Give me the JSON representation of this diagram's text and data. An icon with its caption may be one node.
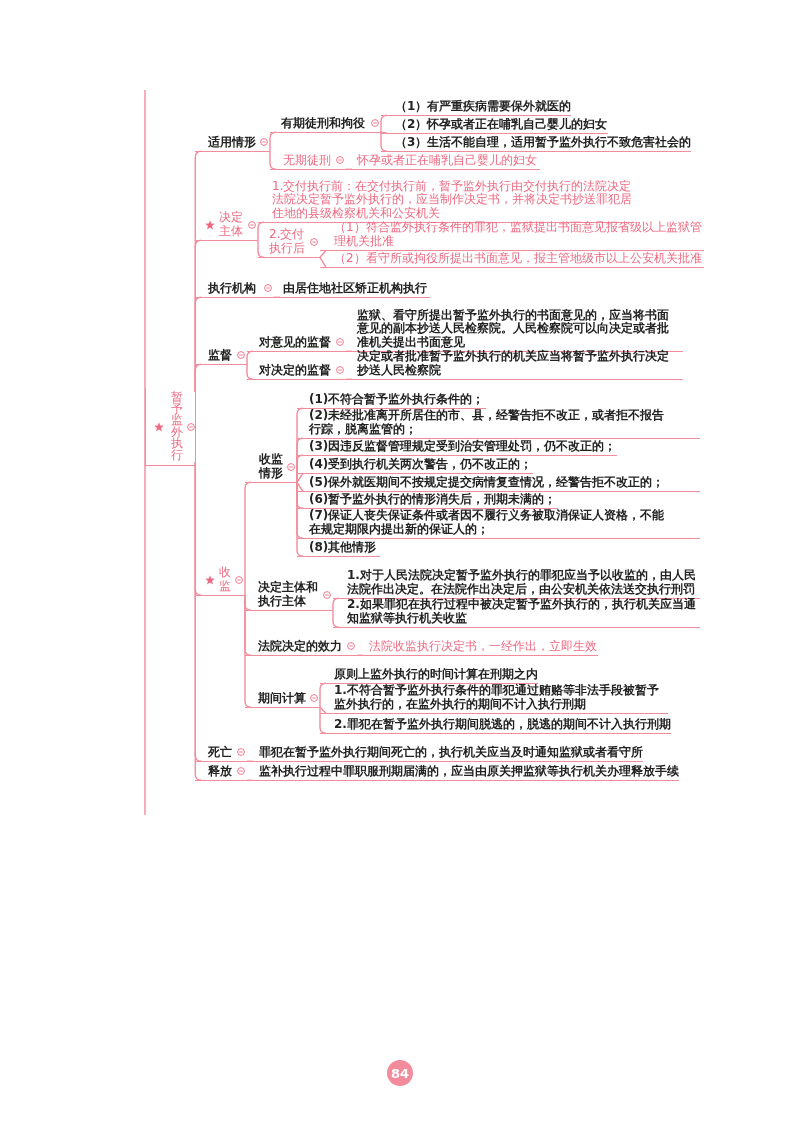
{
  "diagram": {
    "nodes": [
      {
        "text": [
          "暂予监外执行"
        ]
      },
      {
        "text": [
          "适用情形"
        ]
      },
      {
        "text": [
          "有期徒刑和拘役"
        ]
      },
      {
        "text": [
          "（1）有严重疾病需要保外就医的"
        ]
      },
      {
        "text": [
          "（2）怀孕或者正在哺乳自己婴儿的妇女"
        ]
      },
      {
        "text": [
          "（3）生活不能自理，适用暂予监外执行不致危害社会的"
        ]
      },
      {
        "text": [
          "无期徒刑"
        ]
      },
      {
        "text": [
          "怀孕或者正在哺乳自己婴儿的妇女"
        ]
      },
      {
        "text": [
          "决定主体"
        ]
      },
      {
        "text": [
          "1.交付执行前：在交付执行前，暂予监外执行由交付执行的法院决定法院决定暂予监外执行的，应当制作决定书，并将决定书抄送罪犯居住地的县级检察机关和公安机关"
        ]
      },
      {
        "text": [
          "2.交付执行后"
        ]
      },
      {
        "text": [
          "（1）符合监外执行条件的罪犯，监狱提出书面意见报省级以上监狱管理机关批准"
        ]
      },
      {
        "text": [
          "（2）看守所或拘役所提出书面意见，报主管地级市以上公安机关批准"
        ]
      },
      {
        "text": [
          "执行机构"
        ]
      },
      {
        "text": [
          "由居住地社区矫正机构执行"
        ]
      },
      {
        "text": [
          "监督"
        ]
      },
      {
        "text": [
          "对意见的监督"
        ]
      },
      {
        "text": [
          "监狱、看守所提出暂予监外执行的书面意见的，应当将书面意见的副本抄送人民检察院。人民检察院可以向决定或者批准机关提出书面意见"
        ]
      },
      {
        "text": [
          "对决定的监督"
        ]
      },
      {
        "text": [
          "决定或者批准暂予监外执行的机关应当将暂予监外执行决定抄送人民检察院"
        ]
      },
      {
        "text": [
          "收监"
        ]
      },
      {
        "text": [
          "收监情形"
        ]
      },
      {
        "text": [
          "(1)不符合暂予监外执行条件的；"
        ]
      },
      {
        "text": [
          "(2)未经批准离开所居住的市、县，经警告拒不改正，或者拒不报告行踪，脱离监管的；"
        ]
      },
      {
        "text": [
          "(3)因违反监督管理规定受到治安管理处罚，仍不改正的；"
        ]
      },
      {
        "text": [
          "(4)受到执行机关两次警告，仍不改正的；"
        ]
      },
      {
        "text": [
          "(5)保外就医期间不按规定提交病情复查情况，经警告拒不改正的；"
        ]
      },
      {
        "text": [
          "(6)暂予监外执行的情形消失后，刑期未满的；"
        ]
      },
      {
        "text": [
          "(7)保证人丧失保证条件或者因不履行义务被取消保证人资格，不能在规定期限内提出新的保证人的；"
        ]
      },
      {
        "text": [
          "(8)其他情形"
        ]
      },
      {
        "text": [
          "决定主体和执行主体"
        ]
      },
      {
        "text": [
          "1.对于人民法院决定暂予监外执行的罪犯应当予以收监的，由人民法院作出决定。在法院作出决定后，由公安机关依法送交执行刑罚"
        ]
      },
      {
        "text": [
          "2.如果罪犯在执行过程中被决定暂予监外执行的，执行机关应当通知监狱等执行机关收监"
        ]
      },
      {
        "text": [
          "法院决定的效力"
        ]
      },
      {
        "text": [
          "法院收监执行决定书，一经作出，立即生效"
        ]
      },
      {
        "text": [
          "期间计算"
        ]
      },
      {
        "text": [
          "原则上监外执行的时间计算在刑期之内"
        ]
      },
      {
        "text": [
          "1.不符合暂予监外执行条件的罪犯通过贿赂等非法手段被暂予监外执行的，在监外执行的期间不计入执行刑期"
        ]
      },
      {
        "text": [
          "2.罪犯在暂予监外执行期间脱逃的，脱逃的期间不计入执行刑期"
        ]
      },
      {
        "text": [
          "死亡"
        ]
      },
      {
        "text": [
          "罪犯在暂予监外执行期间死亡的，执行机关应当及时通知监狱或者看守所"
        ]
      },
      {
        "text": [
          "释放"
        ]
      },
      {
        "text": [
          "监补执行过程中罪职服刑期届满的，应当由原关押监狱等执行机关办理释放手续"
        ]
      }
    ],
    "edges": [
      {
        "from": 0,
        "to": 1,
        "arrow": "none"
      },
      {
        "from": 1,
        "to": 2,
        "arrow": "none"
      },
      {
        "from": 2,
        "to": 3,
        "arrow": "none"
      },
      {
        "from": 2,
        "to": 4,
        "arrow": "none"
      },
      {
        "from": 2,
        "to": 5,
        "arrow": "none"
      },
      {
        "from": 1,
        "to": 6,
        "arrow": "none"
      },
      {
        "from": 6,
        "to": 7,
        "arrow": "none"
      },
      {
        "from": 0,
        "to": 8,
        "arrow": "none"
      },
      {
        "from": 8,
        "to": 9,
        "arrow": "none"
      },
      {
        "from": 8,
        "to": 10,
        "arrow": "none"
      },
      {
        "from": 10,
        "to": 11,
        "arrow": "none"
      },
      {
        "from": 10,
        "to": 12,
        "arrow": "none"
      },
      {
        "from": 0,
        "to": 13,
        "arrow": "none"
      },
      {
        "from": 13,
        "to": 14,
        "arrow": "none"
      },
      {
        "from": 0,
        "to": 15,
        "arrow": "none"
      },
      {
        "from": 15,
        "to": 16,
        "arrow": "none"
      },
      {
        "from": 16,
        "to": 17,
        "arrow": "none"
      },
      {
        "from": 15,
        "to": 18,
        "arrow": "none"
      },
      {
        "from": 18,
        "to": 19,
        "arrow": "none"
      },
      {
        "from": 0,
        "to": 20,
        "arrow": "none"
      },
      {
        "from": 20,
        "to": 21,
        "arrow": "none"
      },
      {
        "from": 21,
        "to": 22,
        "arrow": "none"
      },
      {
        "from": 21,
        "to": 23,
        "arrow": "none"
      },
      {
        "from": 21,
        "to": 24,
        "arrow": "none"
      },
      {
        "from": 21,
        "to": 25,
        "arrow": "none"
      },
      {
        "from": 21,
        "to": 26,
        "arrow": "none"
      },
      {
        "from": 21,
        "to": 27,
        "arrow": "none"
      },
      {
        "from": 21,
        "to": 28,
        "arrow": "none"
      },
      {
        "from": 21,
        "to": 29,
        "arrow": "none"
      },
      {
        "from": 20,
        "to": 30,
        "arrow": "none"
      },
      {
        "from": 30,
        "to": 31,
        "arrow": "none"
      },
      {
        "from": 30,
        "to": 32,
        "arrow": "none"
      },
      {
        "from": 20,
        "to": 33,
        "arrow": "none"
      },
      {
        "from": 33,
        "to": 34,
        "arrow": "none"
      },
      {
        "from": 20,
        "to": 35,
        "arrow": "none"
      },
      {
        "from": 35,
        "to": 36,
        "arrow": "none"
      },
      {
        "from": 35,
        "to": 37,
        "arrow": "none"
      },
      {
        "from": 35,
        "to": 38,
        "arrow": "none"
      },
      {
        "from": 0,
        "to": 39,
        "arrow": "none"
      },
      {
        "from": 39,
        "to": 40,
        "arrow": "none"
      },
      {
        "from": 0,
        "to": 41,
        "arrow": "none"
      },
      {
        "from": 41,
        "to": 42,
        "arrow": "none"
      }
    ],
    "labels": [
      "84"
    ]
  }
}
